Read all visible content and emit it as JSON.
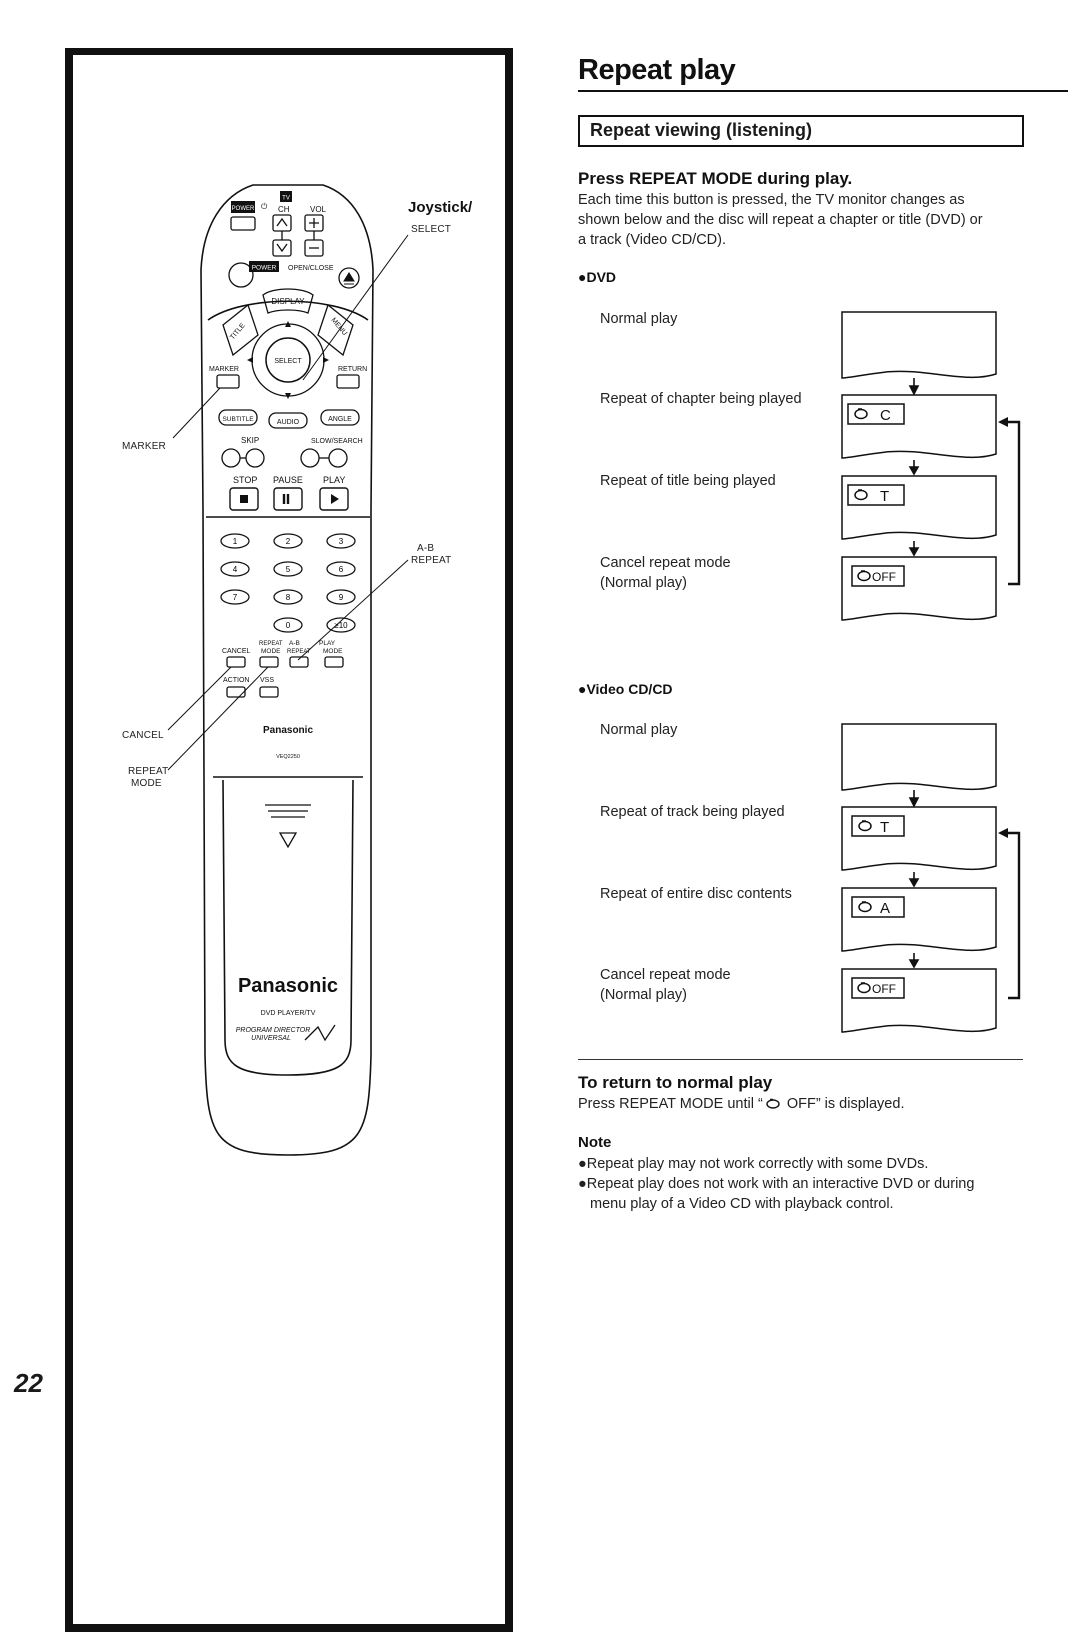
{
  "page": {
    "title": "Repeat play",
    "section_title": "Repeat viewing (listening)",
    "page_number": "22"
  },
  "remote": {
    "callouts": {
      "joystick": "Joystick/",
      "select": "SELECT",
      "marker": "MARKER",
      "ab_repeat_line1": "A-B",
      "ab_repeat_line2": "REPEAT",
      "cancel": "CANCEL",
      "repeat_mode_line1": "REPEAT",
      "repeat_mode_line2": "MODE"
    },
    "labels": {
      "tv": "TV",
      "power": "POWER",
      "ch": "CH",
      "vol": "VOL",
      "open_close": "OPEN/CLOSE",
      "display": "DISPLAY",
      "title": "TITLE",
      "menu": "MENU",
      "select": "SELECT",
      "marker": "MARKER",
      "return": "RETURN",
      "subtitle": "SUBTITLE",
      "audio": "AUDIO",
      "angle": "ANGLE",
      "skip": "SKIP",
      "slow_search": "SLOW/SEARCH",
      "stop": "STOP",
      "pause": "PAUSE",
      "play": "PLAY",
      "repeat": "REPEAT",
      "ab": "A-B",
      "play_small": "PLAY",
      "cancel": "CANCEL",
      "mode": "MODE",
      "repeat2": "REPEAT",
      "mode2": "MODE",
      "action": "ACTION",
      "vss": "VSS",
      "brand_small": "Panasonic",
      "model": "VEQ2250",
      "brand_large": "Panasonic",
      "product": "DVD PLAYER/TV",
      "program_line1": "PROGRAM DIRECTOR",
      "program_line2": "UNIVERSAL"
    },
    "digits": [
      "1",
      "2",
      "3",
      "4",
      "5",
      "6",
      "7",
      "8",
      "9",
      "0",
      "≥10"
    ]
  },
  "instructions": {
    "heading": "Press REPEAT MODE during play.",
    "body_line1": "Each time this button is pressed, the TV monitor changes as",
    "body_line2": "shown below and the disc will repeat a chapter or title (DVD) or",
    "body_line3": "a track (Video CD/CD).",
    "dvd_label": "●DVD",
    "dvd_rows": [
      {
        "line1": "Normal play",
        "line2": "",
        "osd": ""
      },
      {
        "line1": "Repeat of chapter being played",
        "line2": "",
        "osd": "C"
      },
      {
        "line1": "Repeat of title being played",
        "line2": "",
        "osd": "T"
      },
      {
        "line1": "Cancel repeat mode",
        "line2": "(Normal play)",
        "osd": "OFF"
      }
    ],
    "vcd_label": "●Video CD/CD",
    "vcd_rows": [
      {
        "line1": "Normal play",
        "line2": "",
        "osd": ""
      },
      {
        "line1": "Repeat of track being played",
        "line2": "",
        "osd": "T"
      },
      {
        "line1": "Repeat of entire disc contents",
        "line2": "",
        "osd": "A"
      },
      {
        "line1": "Cancel repeat mode",
        "line2": "(Normal play)",
        "osd": "OFF"
      }
    ]
  },
  "return_section": {
    "heading": "To return to normal play",
    "body_prefix": "Press REPEAT MODE until “",
    "body_suffix": " OFF” is displayed."
  },
  "note": {
    "heading": "Note",
    "items": [
      "●Repeat play may not work correctly with some DVDs.",
      "●Repeat play does not work with an interactive DVD or during",
      "menu play of a Video CD with playback control."
    ]
  },
  "colors": {
    "ink": "#111111",
    "paper": "#ffffff"
  },
  "icons": [
    "repeat-arrow-icon",
    "down-arrow-icon",
    "return-bracket-icon",
    "stop-icon",
    "pause-icon",
    "play-icon",
    "power-icon",
    "eject-icon"
  ]
}
